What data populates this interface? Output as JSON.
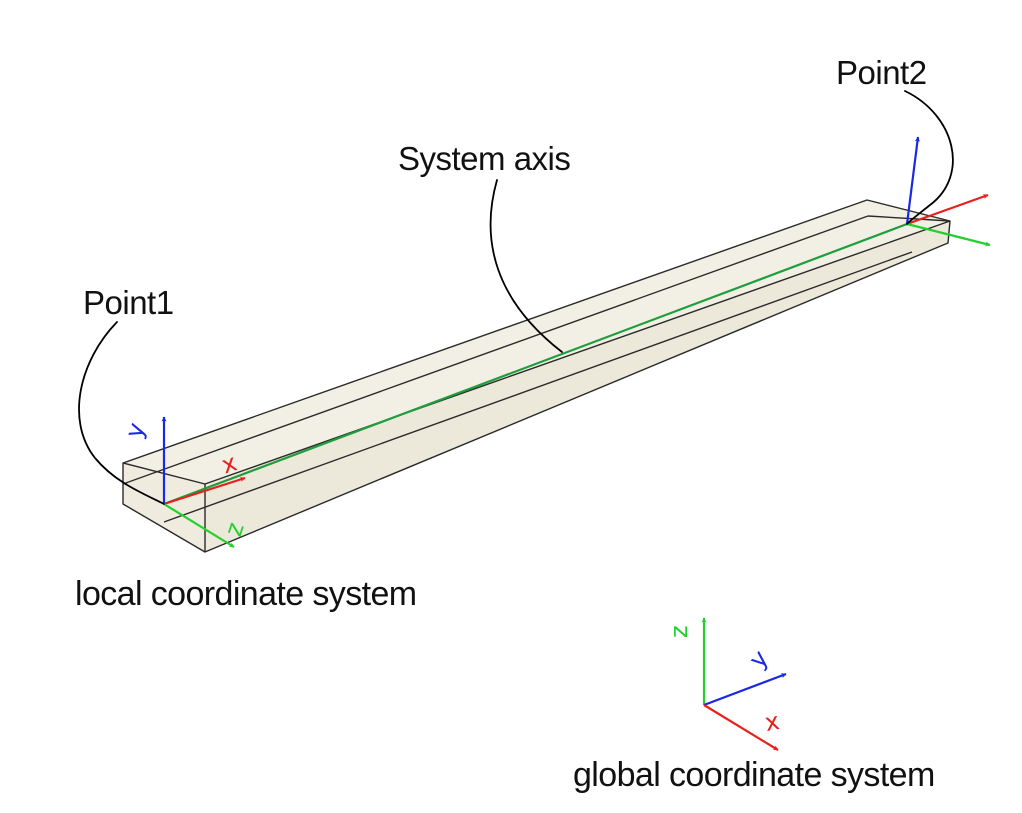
{
  "labels": {
    "point1": "Point1",
    "point2": "Point2",
    "system_axis": "System axis",
    "local_cs": "local coordinate system",
    "global_cs": "global coordinate system"
  },
  "local_axes": {
    "x": "x",
    "y": "y",
    "z": "z"
  },
  "global_axes": {
    "x": "x",
    "y": "y",
    "z": "z"
  },
  "colors": {
    "beam_fill": "#f2efe4",
    "beam_edge": "#2a2a2a",
    "system_axis": "#1e9e3c",
    "x_axis": "#e8201c",
    "y_axis": "#1a28e6",
    "z_axis": "#22d12e",
    "leader": "#000000"
  }
}
